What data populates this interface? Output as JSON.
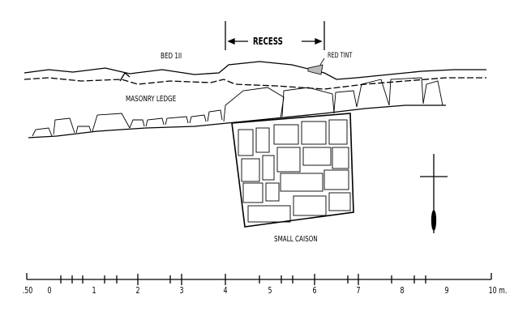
{
  "labels": {
    "recess": "RECESS",
    "bed": "BED 1II",
    "red_tint": "RED TINT",
    "masonry_ledge": "MASONRY LEDGE",
    "small_caison": "SMALL CAISON"
  },
  "scale": {
    "tick_labels": [
      ".50",
      "0",
      "1",
      "2",
      "3",
      "4",
      "5",
      "6",
      "7",
      "8",
      "9",
      "10 m."
    ]
  }
}
